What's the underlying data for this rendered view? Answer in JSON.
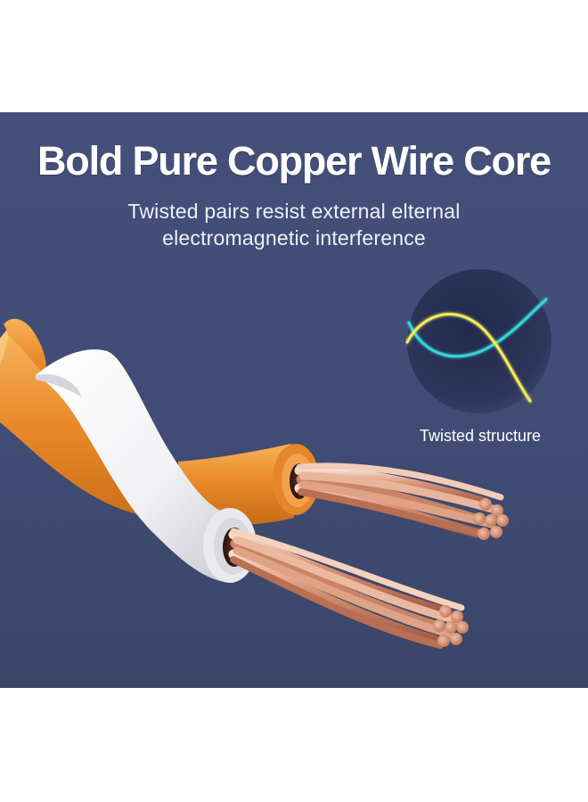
{
  "banner": {
    "headline": "Bold Pure Copper Wire Core",
    "subline_1": "Twisted pairs resist external elternal",
    "subline_2": "electromagnetic interference",
    "background_color": "#424e76"
  },
  "inset": {
    "caption": "Twisted structure",
    "icon": "twisted-pair-diagram",
    "curve_colors": {
      "cyan": "#35d4d8",
      "yellow": "#f1ea5a"
    }
  },
  "illustration": {
    "subject": "twisted-pair-copper-cable",
    "insulation_colors": {
      "orange": "#e98a2c",
      "white": "#f4f4f6"
    },
    "conductor_color": "#d9967a",
    "strand_count_per_wire": 7
  }
}
